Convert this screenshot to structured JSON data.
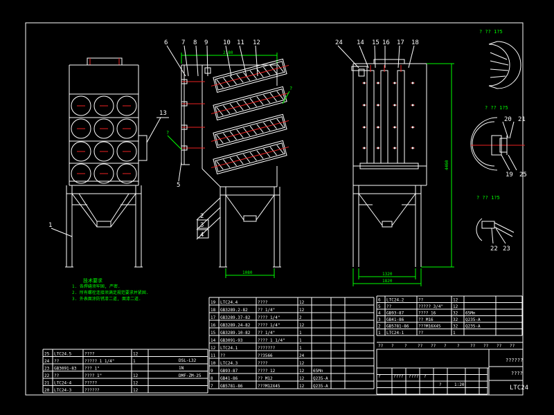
{
  "drawing_title": "LTC24",
  "title_block": {
    "label_a": "??????",
    "label_b": "????"
  },
  "detail_views": [
    {
      "title": "? ?? 1?5"
    },
    {
      "title": "? ?? 1?5"
    },
    {
      "title": "? ?? 1?5"
    }
  ],
  "balloons_front_top": [
    "6",
    "7",
    "8",
    "9",
    "10",
    "11",
    "12"
  ],
  "balloons_right_top": [
    "24",
    "14",
    "15",
    "16",
    "17",
    "18"
  ],
  "balloons_misc": {
    "b13": "13",
    "b5": "5",
    "b1": "1",
    "b2": "2",
    "b3": "3",
    "b4": "4",
    "b20": "20",
    "b21": "21",
    "b19": "19",
    "b25": "25",
    "b22": "22",
    "b23": "23",
    "p1": "?",
    "p2": "?"
  },
  "dimensions": {
    "top_width": "2180",
    "height": "4460",
    "base_mid": "1080",
    "base_right_inner": "1320",
    "base_right_outer": "1820"
  },
  "tech_notes": {
    "title": "技术要求",
    "lines": [
      "1. 各焊缝须牢固, 严密.",
      "2. 所有螺栓连接须满足规范要求并紧固.",
      "3. 外表面涂防锈漆二道, 面漆二道."
    ]
  },
  "bom_left": [
    [
      "25",
      "LTC24.5",
      "????",
      "12",
      ""
    ],
    [
      "24",
      "??",
      "????? 1 1/4\"",
      "1",
      ""
    ],
    [
      "23",
      "GB3091-83",
      "??? 1\"",
      "",
      ""
    ],
    [
      "22",
      "??",
      "???? 1\"",
      "12",
      ""
    ],
    [
      "21",
      "LTC24-4",
      "?????",
      "12",
      ""
    ],
    [
      "20",
      "LTC24-3",
      "??????",
      "12",
      ""
    ]
  ],
  "bom_center_left": [
    "DSL-L32",
    "1N",
    "DMF-ZM-25"
  ],
  "bom_center": [
    [
      "19",
      "LTC24.4",
      "????",
      "12",
      "",
      ""
    ],
    [
      "18",
      "GB3289.2-82",
      "?? 1/4\"",
      "12",
      "",
      ""
    ],
    [
      "17",
      "GB3289.37-82",
      "???? 1/4\"",
      "2",
      "",
      ""
    ],
    [
      "16",
      "GB3289.24-82",
      "???? 1/4\"",
      "12",
      "",
      ""
    ],
    [
      "15",
      "GB3289.10-82",
      "?? 1/4\"",
      "1",
      "",
      ""
    ],
    [
      "14",
      "GB3091-93",
      "???? 1 1/4\"",
      "1",
      "",
      ""
    ],
    [
      "12",
      "LTC24.1",
      "???????",
      "1",
      "",
      ""
    ],
    [
      "11",
      "??",
      "??3566",
      "24",
      "",
      ""
    ],
    [
      "10",
      "LTC24.3",
      "????",
      "12",
      "",
      ""
    ],
    [
      "9",
      "GB93-87",
      "???? 12",
      "12",
      "65Mn",
      ""
    ],
    [
      "8",
      "GB41-86",
      "?? M12",
      "12",
      "Q235-A",
      ""
    ],
    [
      "7",
      "GB5781-86",
      "???M12X45",
      "12",
      "Q235-A",
      ""
    ]
  ],
  "bom_right": [
    [
      "6",
      "LTC24.2",
      "??",
      "12",
      ""
    ],
    [
      "5",
      "??",
      "????? 3/4\"",
      "12",
      ""
    ],
    [
      "4",
      "GB93-87",
      "???? 16",
      "32",
      "65Mn"
    ],
    [
      "3",
      "GB41-86",
      "?? M16",
      "32",
      "Q235-A"
    ],
    [
      "2",
      "GB5781-86",
      "???M16X45",
      "32",
      "Q235-A"
    ],
    [
      "1",
      "LTC24-1",
      "??",
      "1",
      ""
    ]
  ],
  "bom_header": [
    "??",
    "?",
    "?",
    "??",
    "??",
    "?",
    "?",
    "??",
    "??",
    "??",
    "??"
  ],
  "mini_block": [
    "?",
    "????",
    "????",
    "?",
    "?",
    "1:20"
  ]
}
